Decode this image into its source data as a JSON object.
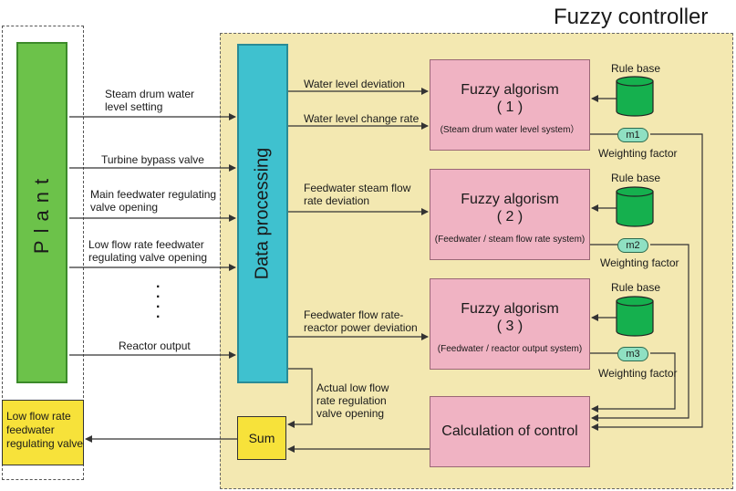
{
  "title": "Fuzzy controller",
  "plant": {
    "label": "Plant"
  },
  "data_processing": {
    "label": "Data processing"
  },
  "inputs": [
    "Steam drum water\nlevel setting",
    "Turbine bypass valve",
    "Main feedwater regulating\nvalve opening",
    "Low flow rate feedwater\nregulating valve opening",
    "Reactor output"
  ],
  "ellipsis": ".\n.\n.\n.",
  "signals": [
    "Water level deviation",
    "Water level change rate",
    "Feedwater steam flow\nrate deviation",
    "Feedwater flow rate-\nreactor power deviation",
    "Actual low flow\nrate regulation\nvalve opening"
  ],
  "fuzzy_blocks": [
    {
      "title": "Fuzzy algorism",
      "index": "( 1 )",
      "system": "(Steam drum water level system）"
    },
    {
      "title": "Fuzzy algorism",
      "index": "( 2 )",
      "system": "(Feedwater / steam flow rate system)"
    },
    {
      "title": "Fuzzy algorism",
      "index": "( 3 )",
      "system": "(Feedwater / reactor output system)"
    }
  ],
  "rule_base_label": "Rule base",
  "weights": [
    "m1",
    "m2",
    "m3"
  ],
  "weighting_label": "Weighting factor",
  "calc_label": "Calculation of control",
  "sum_label": "Sum",
  "output_label": "Low flow rate\nfeedwater\nregulating valve",
  "colors": {
    "plant": "#6cc24a",
    "data_processing": "#3fc1cf",
    "fuzzy": "#f0b3c3",
    "sum": "#f7e23a",
    "rule_base": "#15b04e",
    "weight": "#8fe0c2",
    "panel": "#f3e8b1"
  }
}
